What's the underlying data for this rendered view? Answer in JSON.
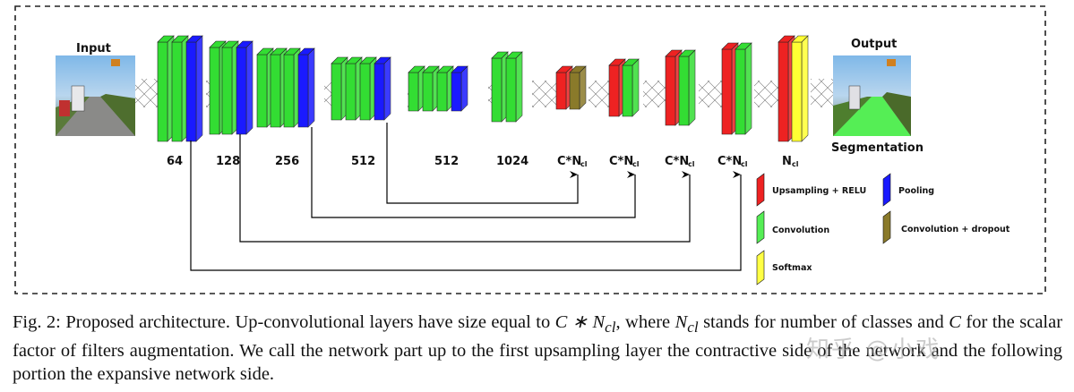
{
  "diagram": {
    "input_label": "Input",
    "output_label": "Output",
    "segmentation_label": "Segmentation",
    "stage_labels": [
      "64",
      "128",
      "256",
      "512",
      "512",
      "1024"
    ],
    "decoder_labels": [
      "C*N",
      "C*N",
      "C*N",
      "C*N",
      "N"
    ],
    "decoder_subscript": "cl",
    "legend": {
      "upsampling": "Upsampling + RELU",
      "pooling": "Pooling",
      "convolution": "Convolution",
      "conv_dropout": "Convolution + dropout",
      "softmax": "Softmax"
    },
    "colors": {
      "convolution": "#33dd33",
      "pooling": "#1a1aff",
      "upsampling": "#ee2222",
      "conv_dropout": "#8a7a2a",
      "softmax": "#ffff33"
    }
  },
  "caption": {
    "fig_label": "Fig. 2:",
    "text_1": "Proposed architecture. Up-convolutional layers have size equal to",
    "math_1": "C ∗ N",
    "math_1_sub": "cl",
    "text_2": ", where",
    "math_2": "N",
    "math_2_sub": "cl",
    "text_3": "stands for number of classes and",
    "math_3": "C",
    "text_4": "for the scalar factor of filters augmentation. We call the network part up to the first upsampling layer the contractive side of the network and the following portion the expansive network side."
  },
  "watermark": "知乎 @小戏"
}
